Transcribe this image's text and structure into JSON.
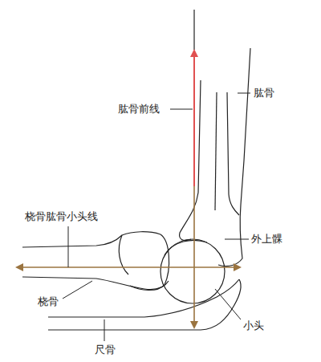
{
  "diagram": {
    "labels": [
      "肱骨",
      "肱骨前线",
      "桡骨肱骨小头线",
      "外上髁",
      "桡骨",
      "小头",
      "尺骨"
    ]
  }
}
